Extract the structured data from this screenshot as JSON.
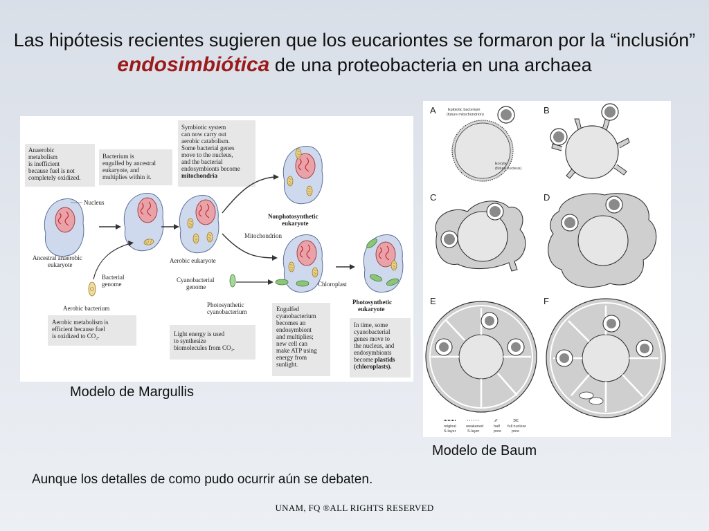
{
  "title": {
    "part1": "Las hipótesis recientes sugieren que los eucariontes se formaron por la “inclusión”",
    "highlight": "endosimbiótica",
    "part2": "de una proteobacteria en una archaea"
  },
  "margulis": {
    "caption": "Modelo de Margullis",
    "box1": [
      "Anaerobic",
      "metabolism",
      "is inefficient",
      "because fuel is not",
      "completely oxidized."
    ],
    "box2": [
      "Bacterium is",
      "engulfed by ancestral",
      "eukaryote, and",
      "multiplies within it."
    ],
    "box3_lines": [
      "Symbiotic system",
      "can now carry out",
      "aerobic catabolism.",
      "Some bacterial genes",
      "move to the nucleus,",
      "and the bacterial",
      "endosymbionts become"
    ],
    "box3_bold": "mitochondria",
    "box4": [
      "Aerobic metabolism is",
      "efficient because fuel",
      "is oxidized to CO₂."
    ],
    "box5": [
      "Light energy is used",
      "to synthesize",
      "biomolecules from CO₂."
    ],
    "box6": [
      "Engulfed",
      "cyanobacterium",
      "becomes an",
      "endosymbiont",
      "and multiplies;",
      "new cell can",
      "make ATP using",
      "energy from",
      "sunlight."
    ],
    "box7_lines": [
      "In time, some",
      "cyanobacterial",
      "genes move to",
      "the nucleus, and",
      "endosymbionts",
      "become"
    ],
    "box7_bold": [
      "plastids",
      "(chloroplasts)."
    ],
    "labels": {
      "nucleus": "Nucleus",
      "ancestral": [
        "Ancestral anaerobic",
        "eukaryote"
      ],
      "bacterial_genome": [
        "Bacterial",
        "genome"
      ],
      "aerobic_bacterium": "Aerobic bacterium",
      "aerobic_eukaryote": "Aerobic eukaryote",
      "nonphoto": [
        "Nonphotosynthetic",
        "eukaryote"
      ],
      "mitochondrion": "Mitochondrion",
      "cyano_genome": [
        "Cyanobacterial",
        "genome"
      ],
      "photo_cyano": [
        "Photosynthetic",
        "cyanobacterium"
      ],
      "chloroplast": "Chloroplast",
      "photo_euk": [
        "Photosynthetic",
        "eukaryote"
      ]
    }
  },
  "baum": {
    "caption": "Modelo de Baum",
    "panels": [
      "A",
      "B",
      "C",
      "D",
      "E",
      "F"
    ],
    "epibiotic": [
      "Epibiotic bacterium",
      "(future mitochondrion)"
    ],
    "eocyte": [
      "Eocyte",
      "(future nucleus)"
    ],
    "legend": [
      [
        "original",
        "S-layer"
      ],
      [
        "weakened",
        "S-layer"
      ],
      [
        "half",
        "pore"
      ],
      [
        "full nuclear",
        "pore"
      ]
    ]
  },
  "note": "Aunque los detalles de como pudo ocurrir aún se debaten.",
  "footer": "UNAM, FQ ®ALL RIGHTS RESERVED",
  "colors": {
    "highlight": "#9b1b1b",
    "cell_fill": "#cfd9ee",
    "nucleus_fill": "#e9a3a8",
    "baum_gray": "#c8c8c8"
  }
}
